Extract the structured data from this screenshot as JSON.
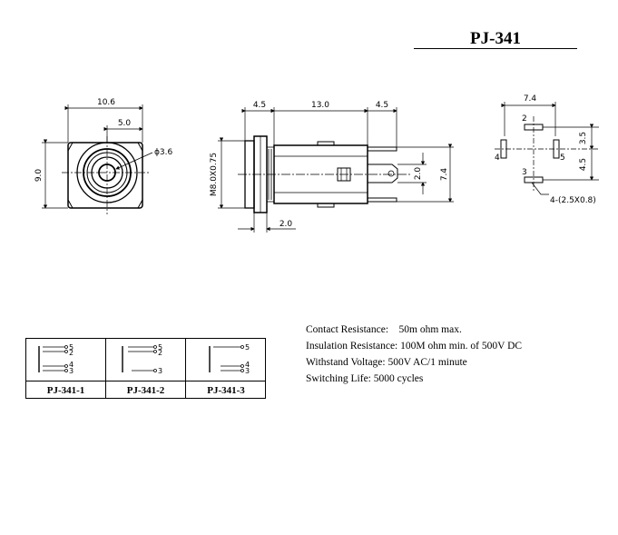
{
  "title": "PJ-341",
  "front_view": {
    "width_dim": "10.6",
    "half_dim": "5.0",
    "height_dim": "9.0",
    "hole_dim": "ϕ3.6"
  },
  "side_view": {
    "left_dim": "4.5",
    "body_dim": "13.0",
    "right_dim": "4.5",
    "thread_label": "M8.0X0.75",
    "flange_dim": "2.0",
    "pin_dim": "2.0",
    "height_dim": "7.4"
  },
  "footprint": {
    "width_dim": "7.4",
    "upper_dim": "3.5",
    "lower_dim": "4.5",
    "pad_labels": [
      "2",
      "4",
      "5",
      "3"
    ],
    "pad_note": "4-(2.5X0.8)"
  },
  "specs": [
    "Contact Resistance:    50m ohm max.",
    "Insulation Resistance: 100M ohm min. of 500V DC",
    "Withstand Voltage: 500V AC/1 minute",
    "Switching Life: 5000 cycles"
  ],
  "variants": [
    {
      "label": "PJ-341-1",
      "pins": [
        "5",
        "2",
        "4",
        "3"
      ]
    },
    {
      "label": "PJ-341-2",
      "pins": [
        "5",
        "2",
        "3"
      ]
    },
    {
      "label": "PJ-341-3",
      "pins": [
        "5",
        "4",
        "3"
      ]
    }
  ]
}
